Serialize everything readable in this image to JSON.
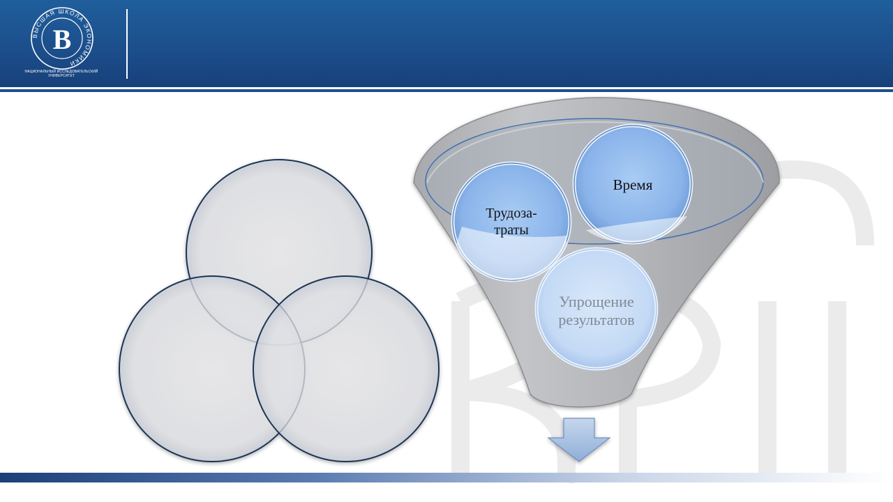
{
  "header": {
    "logo_letter": "В",
    "logo_ring_text": "ВЫСШАЯ ШКОЛА ЭКОНОМИКИ",
    "caption_line1": "НАЦИОНАЛЬНЫЙ ИССЛЕДОВАТЕЛЬСКИЙ",
    "caption_line2": "УНИВЕРСИТЕТ"
  },
  "funnel": {
    "items": [
      {
        "label_line1": "Трудоза-",
        "label_line2": "траты"
      },
      {
        "label_line1": "Время"
      },
      {
        "label_line1": "Упрощение",
        "label_line2": "результатов"
      }
    ]
  },
  "colors": {
    "header_blue": "#1c4f8c",
    "venn_fill": "#e4e4e6",
    "venn_stroke": "#1e3454",
    "funnel_grey": "#b8babd",
    "bubble_blue": "#8fb8ea",
    "bubble_pale": "#c9def6",
    "arrow_blue": "#9eb9dc"
  }
}
